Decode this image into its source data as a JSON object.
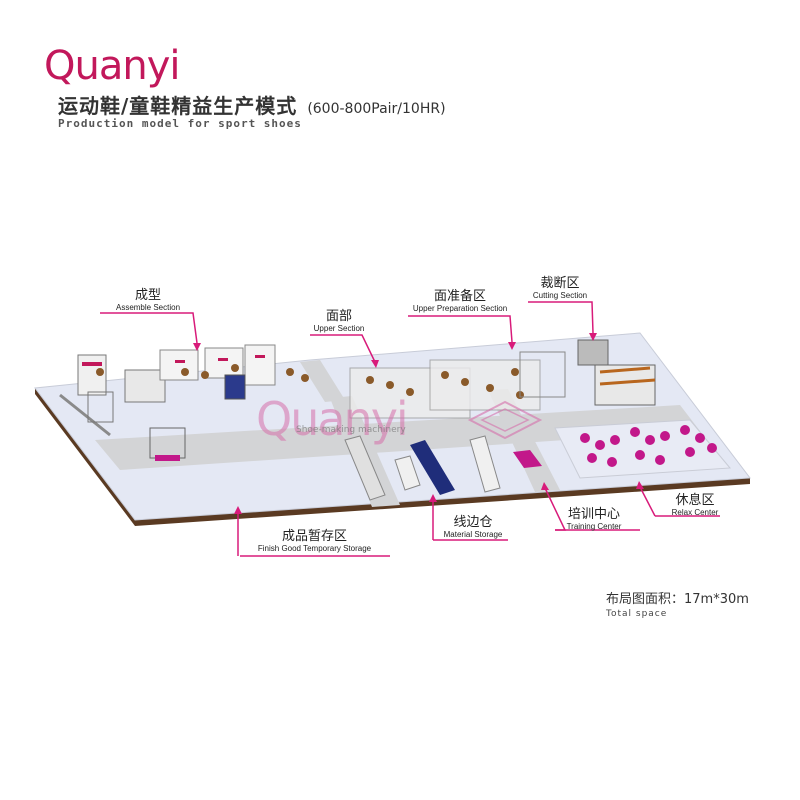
{
  "brand": {
    "logo_text": "Quanyi",
    "color": "#c2185b"
  },
  "header": {
    "title_cn": "运动鞋/童鞋精益生产模式",
    "capacity": "(600-800Pair/10HR)",
    "title_en": "Production model for sport shoes"
  },
  "sections": [
    {
      "id": "assemble",
      "cn": "成型",
      "en": "Assemble Section"
    },
    {
      "id": "upper",
      "cn": "面部",
      "en": "Upper Section"
    },
    {
      "id": "upper_prep",
      "cn": "面准备区",
      "en": "Upper Preparation Section"
    },
    {
      "id": "cutting",
      "cn": "裁断区",
      "en": "Cutting Section"
    },
    {
      "id": "finish_storage",
      "cn": "成品暂存区",
      "en": "Finish Good Temporary Storage"
    },
    {
      "id": "material_storage",
      "cn": "线边仓",
      "en": "Material Storage"
    },
    {
      "id": "training",
      "cn": "培训中心",
      "en": "Training Center"
    },
    {
      "id": "relax",
      "cn": "休息区",
      "en": "Relax Center"
    }
  ],
  "total_space": {
    "cn": "布局图面积：17m*30m",
    "en": "Total space"
  },
  "watermark": {
    "logo_text": "Quanyi",
    "subtitle": "Shoe-making machinery"
  },
  "colors": {
    "accent": "#d81b7a",
    "floor": "#e4e8f4",
    "aisle": "#d3d4d6",
    "floor_edge": "#5a3a22",
    "furniture": "#c2188a",
    "storage_blue": "#1f2d7a"
  }
}
